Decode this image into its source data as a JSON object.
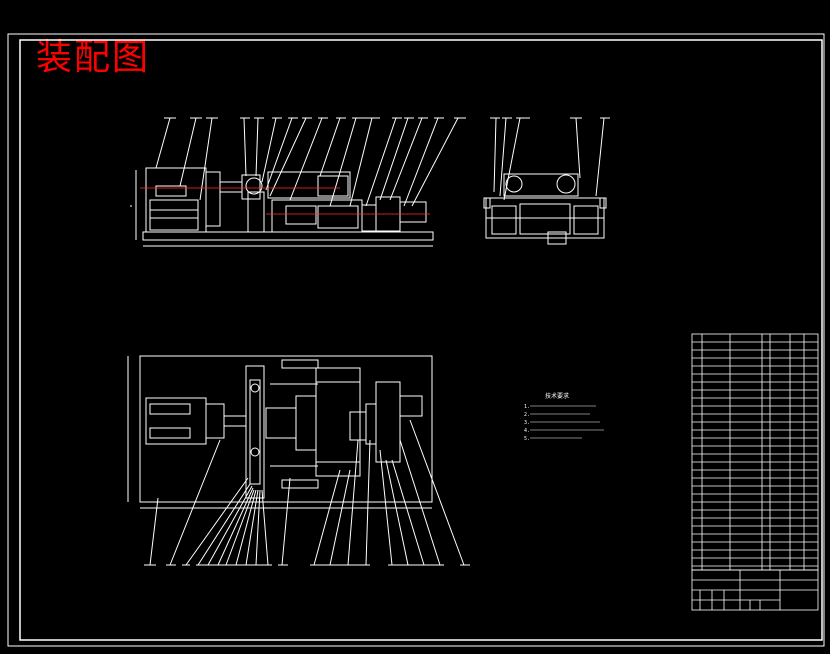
{
  "drawing": {
    "title": "装配图",
    "colors": {
      "background": "#000000",
      "line": "#ffffff",
      "title": "#ff0000",
      "center_line": "#ff3030"
    }
  },
  "tech_notes": {
    "heading": "技术要求",
    "lines": [
      "1.",
      "2.",
      "3.",
      "4.",
      "5."
    ]
  }
}
